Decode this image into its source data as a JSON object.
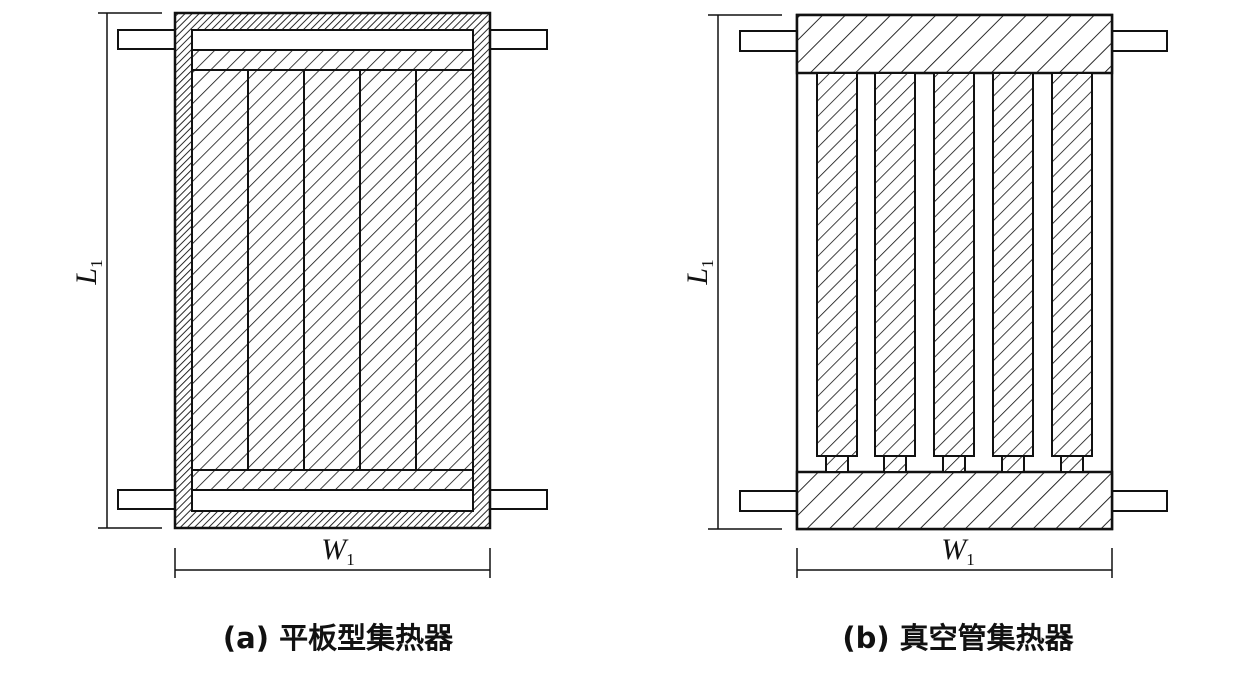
{
  "panels": [
    {
      "id": "a",
      "caption": "(a) 平板型集热器",
      "length_label": "L",
      "length_sub": "1",
      "width_label": "W",
      "width_sub": "1"
    },
    {
      "id": "b",
      "caption": "(b) 真空管集热器",
      "length_label": "L",
      "length_sub": "1",
      "width_label": "W",
      "width_sub": "1"
    }
  ],
  "colors": {
    "line": "#111111",
    "background": "#ffffff"
  }
}
